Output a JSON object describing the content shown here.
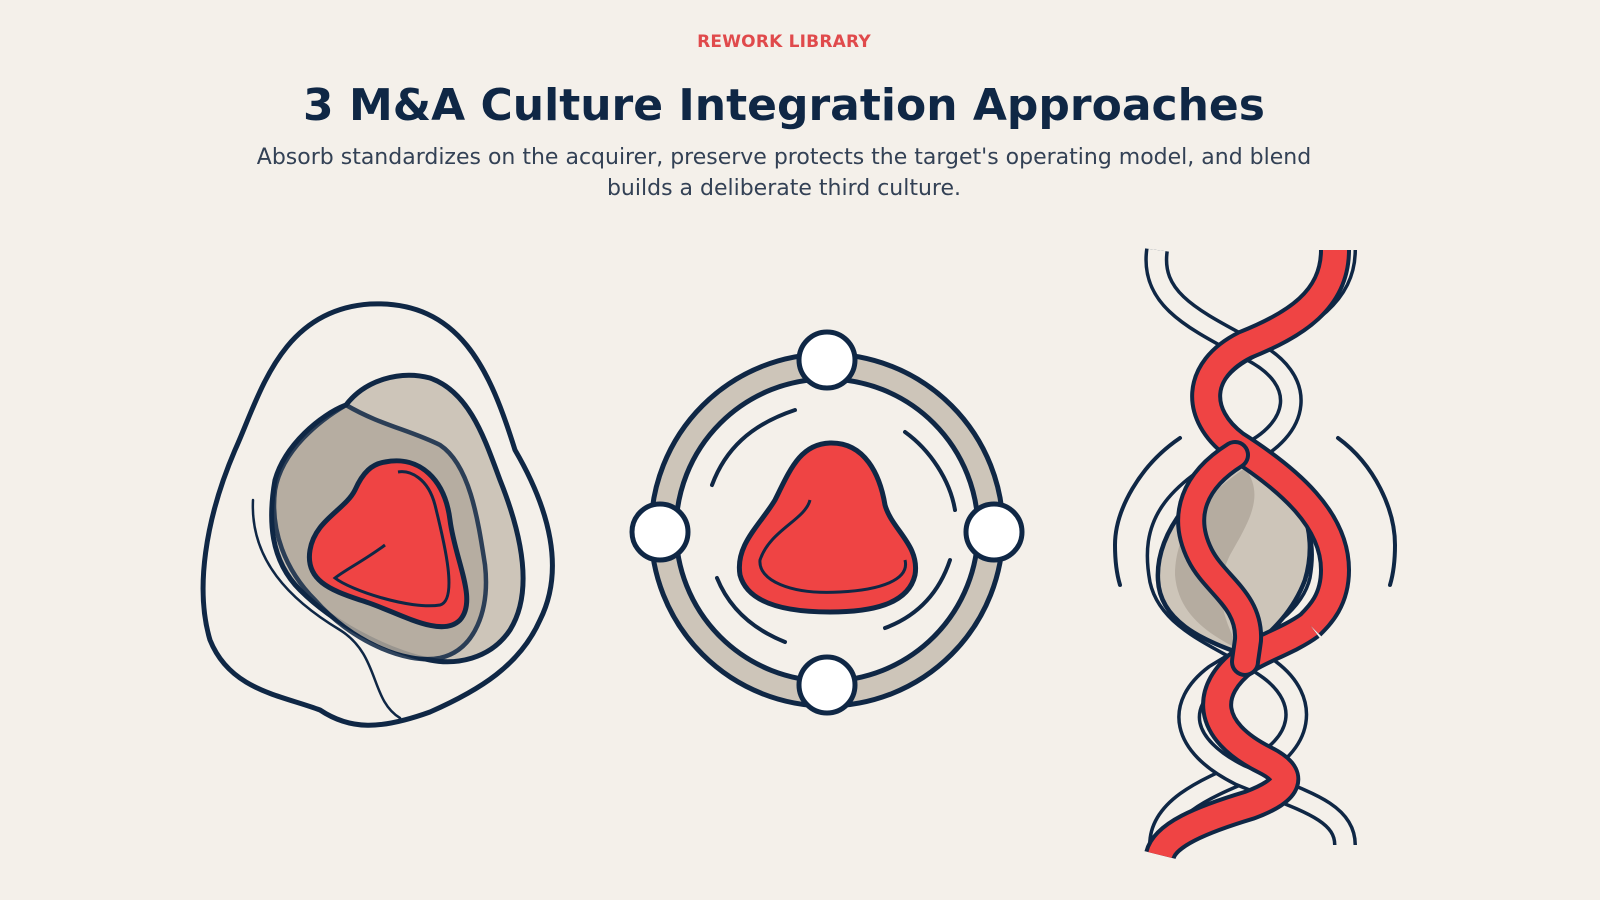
{
  "header": {
    "eyebrow": "REWORK LIBRARY",
    "title": "3 M&A Culture Integration Approaches",
    "subtitle": "Absorb standardizes on the acquirer, preserve protects the target's operating model, and blend builds a deliberate third culture."
  },
  "colors": {
    "background": "#f4f0ea",
    "navy": "#0f2745",
    "red": "#ef4444",
    "taupe": "#cdc5b9",
    "taupe_dark": "#b2a99d",
    "eyebrow": "#e04a4c"
  },
  "illustrations": [
    {
      "name": "absorb-illustration"
    },
    {
      "name": "preserve-illustration"
    },
    {
      "name": "blend-illustration"
    }
  ]
}
